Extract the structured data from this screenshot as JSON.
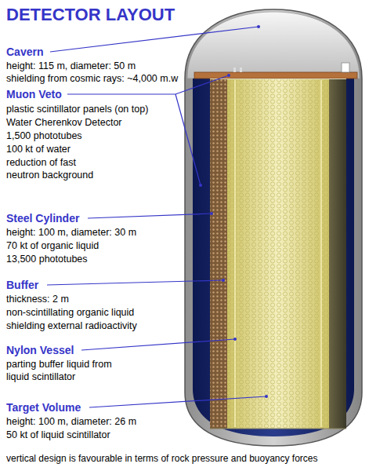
{
  "diagram": {
    "title": "DETECTOR LAYOUT",
    "caption": "vertical design is favourable in terms of rock pressure and buoyancy forces",
    "labels": [
      "Cavern",
      "height: 115 m, diameter: 50 m",
      "shielding from cosmic rays: ~4,000 m.w",
      "Muon Veto",
      "plastic scintillator panels (on top)",
      "Water Cherenkov Detector",
      "1,500 phototubes",
      "100 kt of water",
      "reduction of fast neutron background",
      "Steel Cylinder",
      "height: 100 m, diameter: 30 m",
      "70 kt of organic liquid",
      "13,500 phototubes",
      "Buffer",
      "thickness: 2 m",
      "non-scintillating organic liquid",
      "shielding external radioactivity",
      "Nylon Vessel",
      "parting buffer liquid from liquid scintillator",
      "Target Volume",
      "height: 100 m, diameter: 26 m",
      "50 kt of liquid scintillator"
    ]
  }
}
